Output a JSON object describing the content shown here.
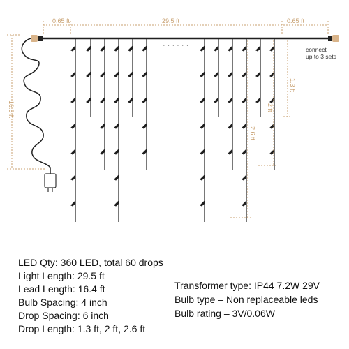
{
  "diagram": {
    "dim_left_lead": "0.65 ft",
    "dim_main": "29.5 ft",
    "dim_right_lead": "0.65 ft",
    "connect_note": [
      "connect",
      "up to 3 sets"
    ],
    "cord_length": "16.5 ft",
    "drop_short": "1.3 ft",
    "drop_medium": "2 ft",
    "drop_long": "2.6 ft",
    "ellipsis": "· · · · · ·",
    "wire_color": "#1f1f1f",
    "accent_color": "#c8a070",
    "connector_color": "#d9b48a"
  },
  "specs_left": [
    "LED Qty: 360 LED,  total 60 drops",
    "Light Length: 29.5 ft",
    "Lead Length: 16.4 ft",
    "Bulb Spacing: 4 inch",
    "Drop Spacing: 6 inch",
    "Drop Length: 1.3 ft, 2 ft, 2.6 ft"
  ],
  "specs_right": [
    "Transformer type: IP44 7.2W 29V",
    "Bulb type – Non replaceable leds",
    "Bulb rating – 3V/0.06W"
  ]
}
